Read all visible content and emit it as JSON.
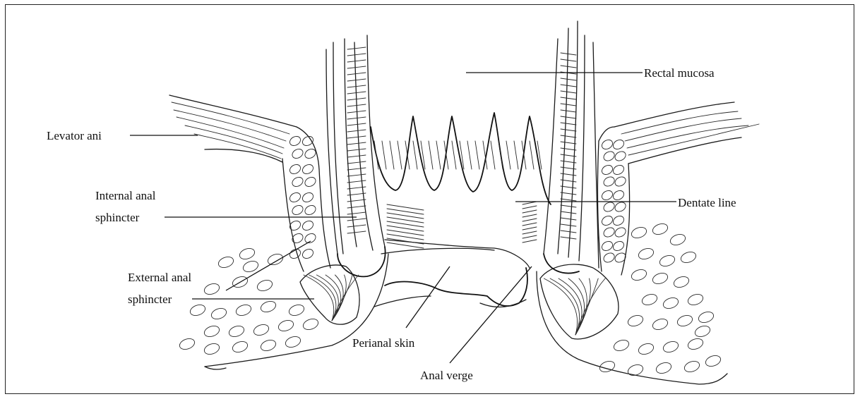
{
  "labels": {
    "rectal_mucosa": "Rectal mucosa",
    "levator_ani": "Levator ani",
    "internal_anal_sphincter_line1": "Internal anal",
    "internal_anal_sphincter_line2": "sphincter",
    "dentate_line": "Dentate line",
    "external_anal_sphincter_line1": "External anal",
    "external_anal_sphincter_line2": "sphincter",
    "perianal_skin": "Perianal skin",
    "anal_verge": "Anal verge"
  }
}
